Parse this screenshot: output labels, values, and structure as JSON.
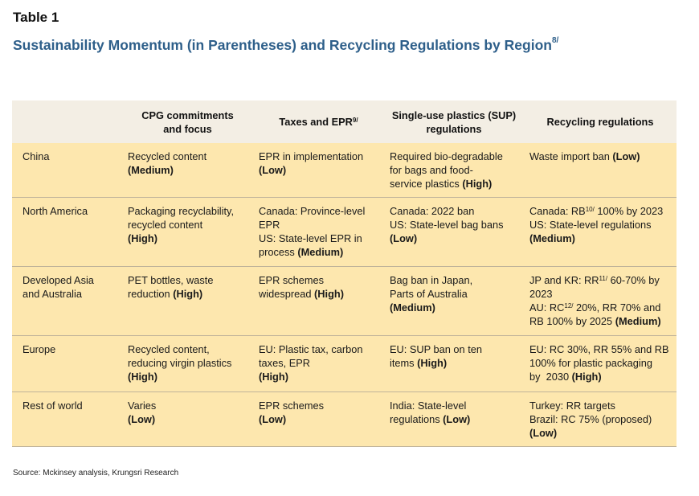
{
  "table_label": "Table 1",
  "title": {
    "text": "Sustainability Momentum (in Parentheses) and Recycling Regulations by Region",
    "sup": "8/"
  },
  "headers": {
    "region": "",
    "cpg": [
      "CPG commitments",
      "and focus"
    ],
    "taxes": {
      "text": "Taxes and EPR",
      "sup": "9/"
    },
    "sup": [
      "Single-use plastics (SUP)",
      "regulations"
    ],
    "recycling": "Recycling regulations"
  },
  "rows": [
    {
      "region": "China",
      "cpg": {
        "lines": [
          "Recycled content"
        ],
        "level": "(Medium)"
      },
      "taxes": {
        "lines": [
          "EPR in implementation"
        ],
        "level": "(Low)"
      },
      "sup": {
        "lines": [
          "Required bio-degradable",
          "for bags and food-"
        ],
        "last": "service plastics",
        "level": "(High)"
      },
      "recycling": {
        "text": "Waste import ban",
        "level": "(Low)"
      }
    },
    {
      "region": "North America",
      "cpg": {
        "lines": [
          "Packaging recyclability,",
          "recycled content"
        ],
        "level": "(High)"
      },
      "taxes": {
        "lines": [
          "Canada: Province-level",
          "EPR",
          "US: State-level EPR in"
        ],
        "last": "process",
        "level": "(Medium)"
      },
      "sup": {
        "lines": [
          "Canada: 2022 ban",
          "US: State-level bag bans"
        ],
        "level": "(Low)"
      },
      "recycling": {
        "l1a": "Canada: RB",
        "l1sup": "10/",
        "l1b": " 100% by 2023",
        "l2": "US: State-level regulations",
        "level": "(Medium)"
      }
    },
    {
      "region_lines": [
        "Developed Asia",
        "and Australia"
      ],
      "cpg": {
        "lines": [
          "PET bottles, waste"
        ],
        "last": "reduction",
        "level": "(High)"
      },
      "taxes": {
        "lines": [
          "EPR schemes"
        ],
        "last": "widespread",
        "level": "(High)"
      },
      "sup": {
        "lines": [
          "Bag ban in Japan,",
          "Parts of Australia"
        ],
        "level": "(Medium)"
      },
      "recycling": {
        "l1a": "JP and KR: RR",
        "l1sup": "11/",
        "l1b": " 60-70% by",
        "l2": "2023",
        "l3a": "AU: RC",
        "l3sup": "12/",
        "l3b": " 20%, RR 70% and",
        "l4": "RB 100% by 2025",
        "level": "(Medium)"
      }
    },
    {
      "region": "Europe",
      "cpg": {
        "lines": [
          "Recycled content,",
          "reducing virgin plastics"
        ],
        "level": "(High)"
      },
      "taxes": {
        "lines": [
          "EU: Plastic tax, carbon",
          "taxes, EPR"
        ],
        "level": "(High)"
      },
      "sup": {
        "lines": [
          "EU: SUP ban on ten"
        ],
        "last": "items",
        "level": "(High)"
      },
      "recycling": {
        "lines": [
          "EU: RC 30%, RR 55% and RB",
          "100% for plastic packaging"
        ],
        "last": "by  2030",
        "level": "(High)"
      }
    },
    {
      "region": "Rest of world",
      "cpg": {
        "lines": [
          "Varies"
        ],
        "level": "(Low)"
      },
      "taxes": {
        "lines": [
          "EPR schemes"
        ],
        "level": "(Low)"
      },
      "sup": {
        "lines": [
          "India: State-level"
        ],
        "last": "regulations",
        "level": "(Low)"
      },
      "recycling": {
        "lines": [
          "Turkey: RR targets",
          "Brazil: RC 75% (proposed)"
        ],
        "level": "(Low)"
      }
    }
  ],
  "source": "Source: Mckinsey analysis, Krungsri Research"
}
